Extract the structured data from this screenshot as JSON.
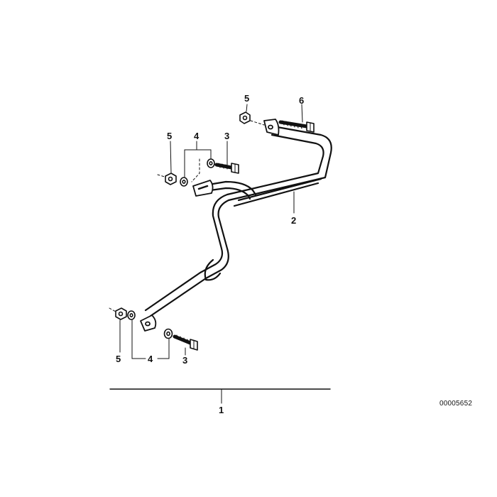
{
  "callouts": {
    "nut_top": "5",
    "bolt_top": "6",
    "nut_left": "5",
    "washer_left": "4",
    "bolt_left": "3",
    "frame": "2",
    "nut_bottom": "5",
    "washer_bottom": "4",
    "bolt_bottom": "3",
    "assembly": "1"
  },
  "doc_number": "00005652",
  "colors": {
    "ink": "#111111",
    "background": "#ffffff"
  }
}
